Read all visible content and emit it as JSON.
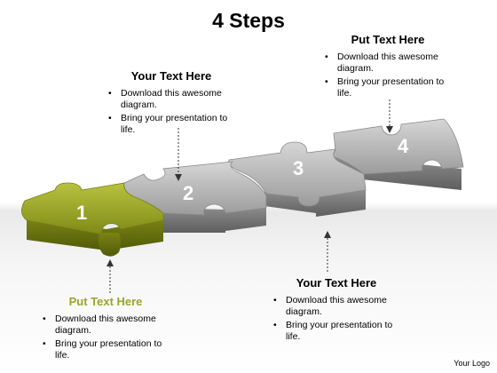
{
  "title": "4 Steps",
  "steps": [
    {
      "number": "1",
      "color": "#9aa528"
    },
    {
      "number": "2",
      "color": "#a3a3a3"
    },
    {
      "number": "3",
      "color": "#a3a3a3"
    },
    {
      "number": "4",
      "color": "#a3a3a3"
    }
  ],
  "callouts": {
    "top_left": {
      "heading": "Your Text Here",
      "bullets": [
        "Download this awesome diagram.",
        "Bring your presentation to life."
      ]
    },
    "top_right": {
      "heading": "Put Text Here",
      "bullets": [
        "Download this awesome diagram.",
        "Bring your presentation to life."
      ]
    },
    "bottom_left": {
      "heading": "Put Text Here",
      "bullets": [
        "Download this awesome diagram.",
        "Bring your presentation to life."
      ]
    },
    "bottom_right": {
      "heading": "Your Text Here",
      "bullets": [
        "Download this awesome diagram.",
        "Bring your presentation to life."
      ]
    }
  },
  "footer": "Your Logo"
}
